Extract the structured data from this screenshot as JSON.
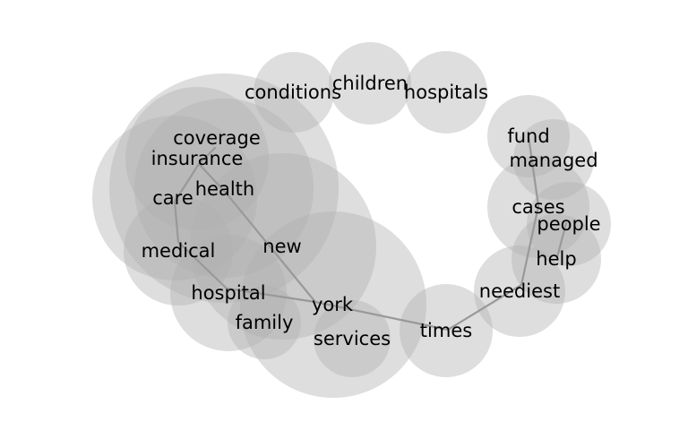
{
  "graph": {
    "words": [
      {
        "id": "conditions",
        "text": "conditions"
      },
      {
        "id": "children",
        "text": "children"
      },
      {
        "id": "hospitals",
        "text": "hospitals"
      },
      {
        "id": "fund",
        "text": "fund"
      },
      {
        "id": "managed",
        "text": "managed"
      },
      {
        "id": "coverage",
        "text": "coverage"
      },
      {
        "id": "insurance",
        "text": "insurance"
      },
      {
        "id": "health",
        "text": "health"
      },
      {
        "id": "care",
        "text": "care"
      },
      {
        "id": "cases",
        "text": "cases"
      },
      {
        "id": "people",
        "text": "people"
      },
      {
        "id": "new",
        "text": "new"
      },
      {
        "id": "medical",
        "text": "medical"
      },
      {
        "id": "help",
        "text": "help"
      },
      {
        "id": "neediest",
        "text": "neediest"
      },
      {
        "id": "hospital",
        "text": "hospital"
      },
      {
        "id": "york",
        "text": "york"
      },
      {
        "id": "family",
        "text": "family"
      },
      {
        "id": "times",
        "text": "times"
      },
      {
        "id": "services",
        "text": "services"
      }
    ],
    "links": [
      [
        "coverage",
        "insurance"
      ],
      [
        "insurance",
        "care"
      ],
      [
        "insurance",
        "health"
      ],
      [
        "care",
        "medical"
      ],
      [
        "medical",
        "hospital"
      ],
      [
        "hospital",
        "york"
      ],
      [
        "health",
        "york"
      ],
      [
        "york",
        "times"
      ],
      [
        "times",
        "neediest"
      ],
      [
        "neediest",
        "cases"
      ],
      [
        "cases",
        "fund"
      ],
      [
        "people",
        "help"
      ]
    ],
    "colors": {
      "bubble": "#b0b0b0",
      "link": "#999999",
      "text": "#000000"
    }
  }
}
